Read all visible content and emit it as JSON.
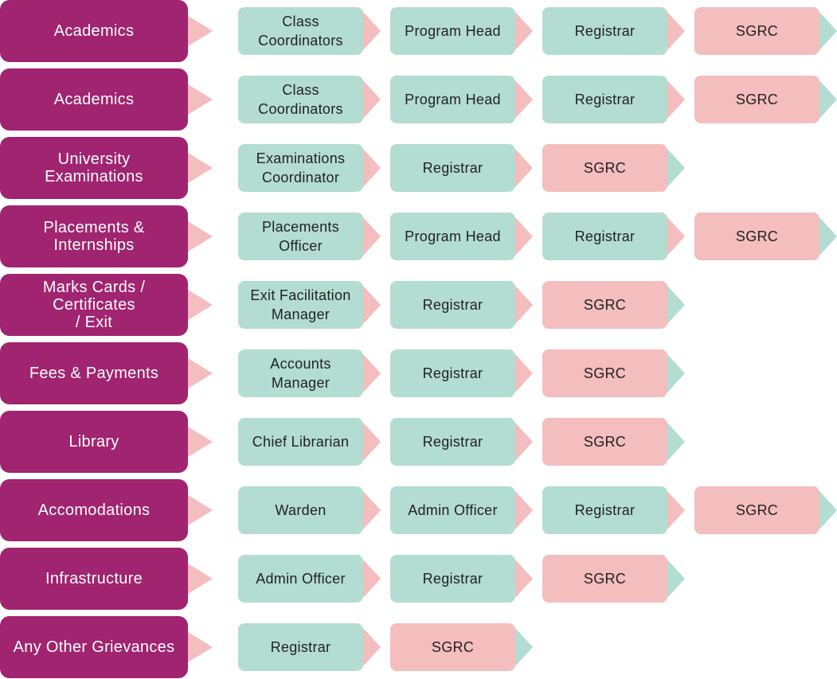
{
  "colors": {
    "category": "#a0246f",
    "teal_step": "#b3ddd2",
    "pink_step": "#f4bdbe"
  },
  "rows": [
    {
      "category": "Academics",
      "steps": [
        "Class\nCoordinators",
        "Program Head",
        "Registrar",
        "SGRC"
      ]
    },
    {
      "category": "Academics",
      "steps": [
        "Class\nCoordinators",
        "Program Head",
        "Registrar",
        "SGRC"
      ]
    },
    {
      "category": "University\nExaminations",
      "steps": [
        "Examinations\nCoordinator",
        "Registrar",
        "SGRC"
      ]
    },
    {
      "category": "Placements &\nInternships",
      "steps": [
        "Placements\nOfficer",
        "Program Head",
        "Registrar",
        "SGRC"
      ]
    },
    {
      "category": "Marks Cards /\nCertificates\n/ Exit",
      "steps": [
        "Exit Facilitation\nManager",
        "Registrar",
        "SGRC"
      ]
    },
    {
      "category": "Fees & Payments",
      "steps": [
        "Accounts\nManager",
        "Registrar",
        "SGRC"
      ]
    },
    {
      "category": "Library",
      "steps": [
        "Chief Librarian",
        "Registrar",
        "SGRC"
      ]
    },
    {
      "category": "Accomodations",
      "steps": [
        "Warden",
        "Admin Officer",
        "Registrar",
        "SGRC"
      ]
    },
    {
      "category": "Infrastructure",
      "steps": [
        "Admin Officer",
        "Registrar",
        "SGRC"
      ]
    },
    {
      "category": "Any Other Grievances",
      "steps": [
        "Registrar",
        "SGRC"
      ]
    }
  ]
}
